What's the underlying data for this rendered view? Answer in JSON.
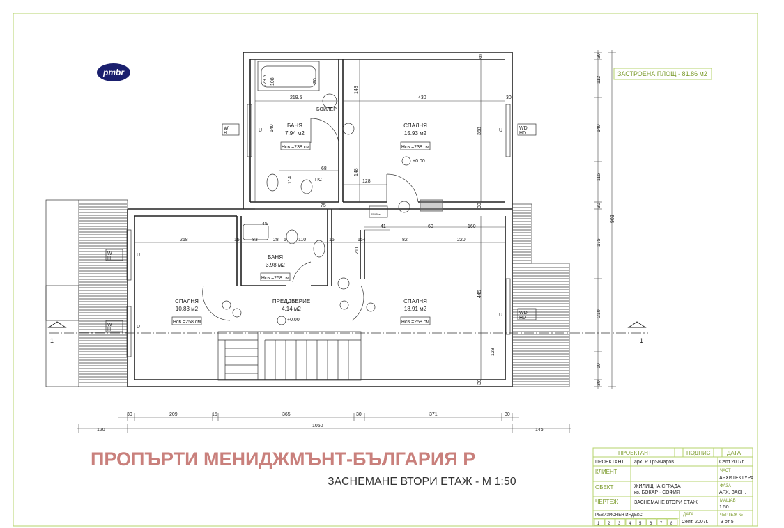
{
  "logo": {
    "text": "pmbr"
  },
  "built_area": "ЗАСТРОЕНА ПЛОЩ  -  81.86 м2",
  "boiler": "БОЙЛЕР",
  "ps": "ПС",
  "shaft": "45/45см",
  "rooms": {
    "bath1": {
      "name": "БАНЯ",
      "area": "7.94 м2",
      "height": "Нсв.=238 см"
    },
    "bed1": {
      "name": "СПАЛНЯ",
      "area": "15.93 м2",
      "height": "Нсв.=238 см"
    },
    "bath2": {
      "name": "БАНЯ",
      "area": "3.98 м2",
      "height": "Нсв.=258 см"
    },
    "hall": {
      "name": "ПРЕДДВЕРИЕ",
      "area": "4.14 м2",
      "level": "+0.00"
    },
    "bed2": {
      "name": "СПАЛНЯ",
      "area": "10.83 м2",
      "height": "Нсв.=258 см"
    },
    "bed3": {
      "name": "СПАЛНЯ",
      "area": "18.91 м2",
      "height": "Нсв.=258 см"
    },
    "bed1_level": "+0.00"
  },
  "dims": {
    "d129": "129.5",
    "d108": "108",
    "d90": "90",
    "d2195": "219.5",
    "d148a": "148",
    "d430": "430",
    "d30a": "30",
    "d30b": "30",
    "d140": "140",
    "d368": "368",
    "d68": "68",
    "d148b": "148",
    "d114": "114",
    "d128a": "128",
    "d45": "45",
    "d75": "75",
    "d30c": "30",
    "d268": "268",
    "d83": "83",
    "d28": "28",
    "d110": "110",
    "d15a": "15",
    "d15b": "15",
    "d5": "5",
    "d154": "154",
    "d82": "82",
    "d220": "220",
    "d41": "41",
    "d60": "60",
    "d160": "160",
    "d211": "211",
    "d445": "445",
    "d128b": "128",
    "d30d": "30"
  },
  "right_dims": [
    "30",
    "112",
    "140",
    "116",
    "30",
    "175",
    "210",
    "60",
    "30"
  ],
  "right_total": "903",
  "bottom_dims": {
    "row1": [
      "30",
      "209",
      "15",
      "365",
      "30",
      "371",
      "30"
    ],
    "row2": [
      "120",
      "1050",
      "146"
    ]
  },
  "section_mark": "1",
  "window_labels": {
    "u": "U",
    "w": "W",
    "h": "H",
    "wd": "WD",
    "hd": "HD"
  },
  "title_main": "ПРОПЪРТИ МЕНИДЖМЪНТ-БЪЛГАРИЯ Р",
  "title_sub": "ЗАСНЕМАНЕ ВТОРИ ЕТАЖ - М 1:50",
  "titleblock": {
    "designer_h": "ПРОЕКТАНТ",
    "signature_h": "ПОДПИС",
    "date_h": "ДАТА",
    "designer_lbl": "ПРОЕКТАНТ",
    "designer_name": "арх. Р. Грънчаров",
    "date_val": "Септ.2007г.",
    "client_lbl": "КЛИЕНТ",
    "part_lbl": "ЧАСТ",
    "part_val": "АРХИТЕКТУРА",
    "object_lbl": "ОБЕКТ",
    "object_val1": "ЖИЛИЩНА СГРАДА",
    "object_val2": "кв. БОКАР - СОФИЯ",
    "phase_lbl": "ФАЗА",
    "phase_val": "АРХ. ЗАСН.",
    "drawing_lbl": "ЧЕРТЕЖ",
    "drawing_val": "ЗАСНЕМАНЕ ВТОРИ ЕТАЖ",
    "scale_lbl": "МАЩАБ",
    "scale_val": "1:50",
    "rev_lbl": "РЕВИЗИОНЕН ИНДЕКС",
    "rev_date_lbl": "ДАТА",
    "rev_date_val": "Септ. 2007г.",
    "sheet_lbl": "ЧЕРТЕЖ №",
    "sheet_val": "3  от  5",
    "rev_nums": [
      "1",
      "2",
      "3",
      "4",
      "5",
      "6",
      "7",
      "8"
    ]
  }
}
